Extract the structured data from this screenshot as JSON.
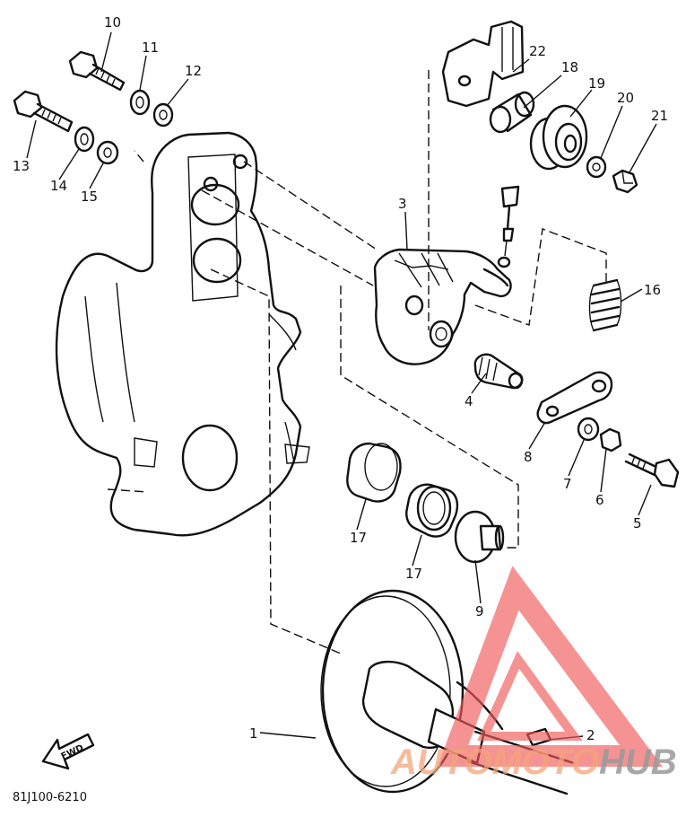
{
  "callouts": [
    {
      "id": "p1",
      "label": "1"
    },
    {
      "id": "p2",
      "label": "2"
    },
    {
      "id": "p3",
      "label": "3"
    },
    {
      "id": "p4",
      "label": "4"
    },
    {
      "id": "p5",
      "label": "5"
    },
    {
      "id": "p6",
      "label": "6"
    },
    {
      "id": "p7",
      "label": "7"
    },
    {
      "id": "p8",
      "label": "8"
    },
    {
      "id": "p9",
      "label": "9"
    },
    {
      "id": "p10",
      "label": "10"
    },
    {
      "id": "p11",
      "label": "11"
    },
    {
      "id": "p12",
      "label": "12"
    },
    {
      "id": "p13",
      "label": "13"
    },
    {
      "id": "p14",
      "label": "14"
    },
    {
      "id": "p15",
      "label": "15"
    },
    {
      "id": "p16",
      "label": "16"
    },
    {
      "id": "p17a",
      "label": "17"
    },
    {
      "id": "p17b",
      "label": "17"
    },
    {
      "id": "p18",
      "label": "18"
    },
    {
      "id": "p19",
      "label": "19"
    },
    {
      "id": "p20",
      "label": "20"
    },
    {
      "id": "p21",
      "label": "21"
    },
    {
      "id": "p22",
      "label": "22"
    }
  ],
  "diagram_code": "81J100-6210",
  "fwd_label": "FWD",
  "watermark": {
    "part1": "AUTOMOTO",
    "part2": "HUB",
    "color1": "#f4a57a",
    "color2": "#9a9a9a",
    "logo_color": "#f05a5a"
  }
}
